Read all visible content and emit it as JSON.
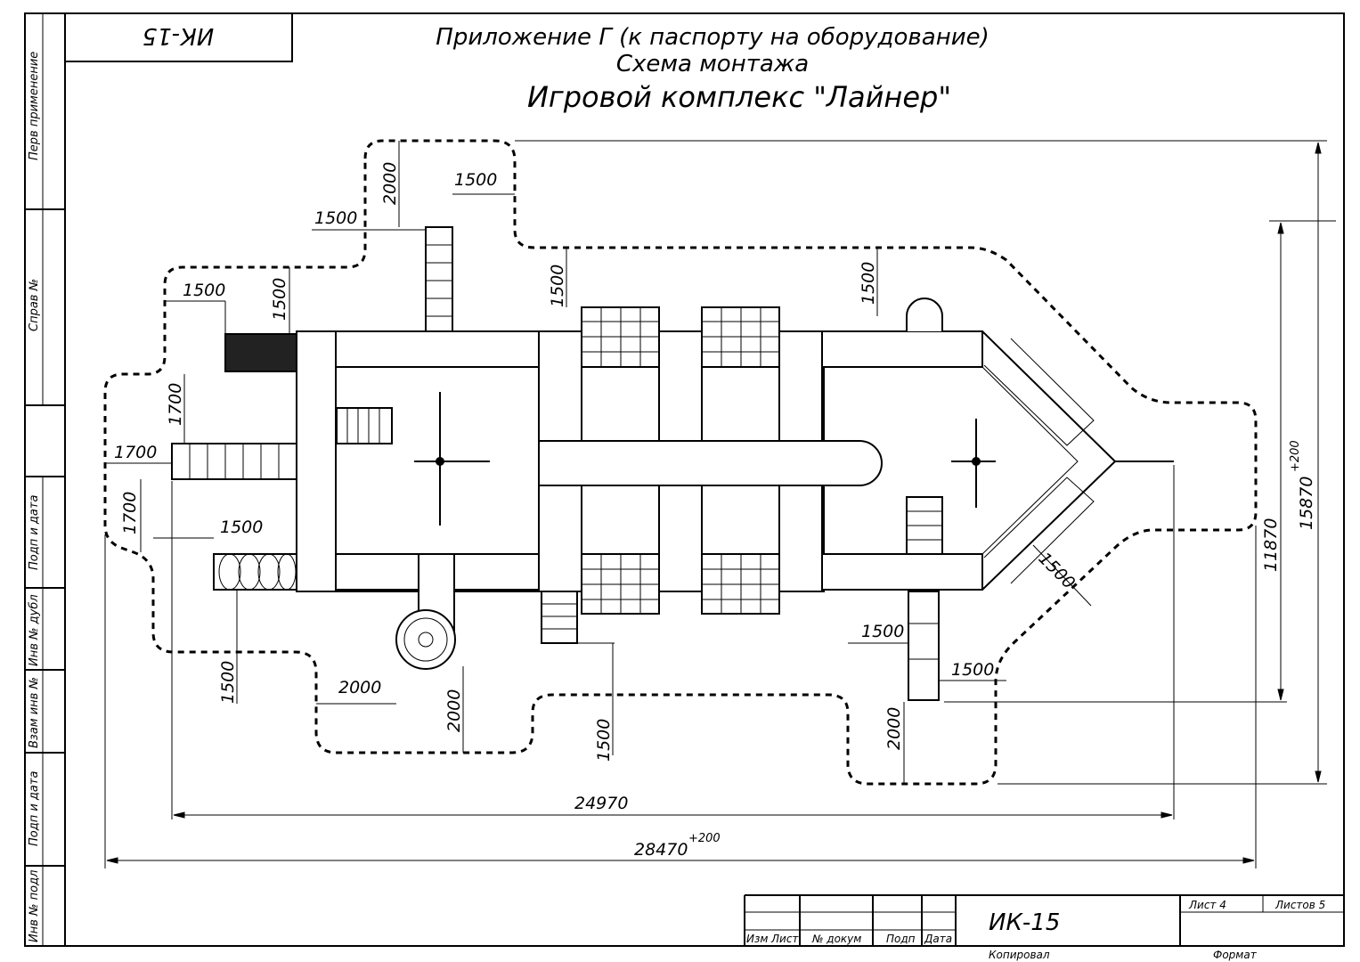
{
  "sheet": {
    "stamp_code": "ИК-15",
    "title_line1": "Приложение Г (к паспорту на оборудование)",
    "title_line2": "Схема монтажа",
    "title_line3": "Игровой комплекс \"Лайнер\""
  },
  "side_strip": {
    "perv_primenenie": "Перв применение",
    "sprav_no": "Справ №",
    "podp_i_data_1": "Подп и дата",
    "inv_no_dubl": "Инв № дубл",
    "vzam_inv_no": "Взам инв №",
    "podp_i_data_2": "Подп и дата",
    "inv_no_podl": "Инв № подл"
  },
  "title_block": {
    "izm": "Изм",
    "list": "Лист",
    "no_dokum": "№ докум",
    "podp": "Подп",
    "data": "Дата",
    "code": "ИК-15",
    "list_no": "Лист 4",
    "listov": "Листов 5",
    "kopiroval": "Копировал",
    "format": "Формат"
  },
  "dimensions": {
    "d2000_top": "2000",
    "d1500_top_right": "1500",
    "d1500_top_left": "1500",
    "d1500_left_h": "1500",
    "d1500_left_v": "1500",
    "d1500_upper_mid": "1500",
    "d1500_upper_right": "1500",
    "d1700_v_upper": "1700",
    "d1700_h": "1700",
    "d1700_v_lower": "1700",
    "d1500_slide_h": "1500",
    "d1500_lower_left_v": "1500",
    "d2000_bottom_h": "2000",
    "d2000_bottom_v": "2000",
    "d1500_bottom_mid": "1500",
    "d1500_bottom_right_h": "1500",
    "d1500_bottom_right_h2": "1500",
    "d2000_bottom_right_v": "2000",
    "d1500_diag": "1500",
    "d11870": "11870",
    "d15870": "15870",
    "d15870_tol": "+200",
    "d24970": "24970",
    "d28470": "28470",
    "d28470_tol": "+200"
  }
}
